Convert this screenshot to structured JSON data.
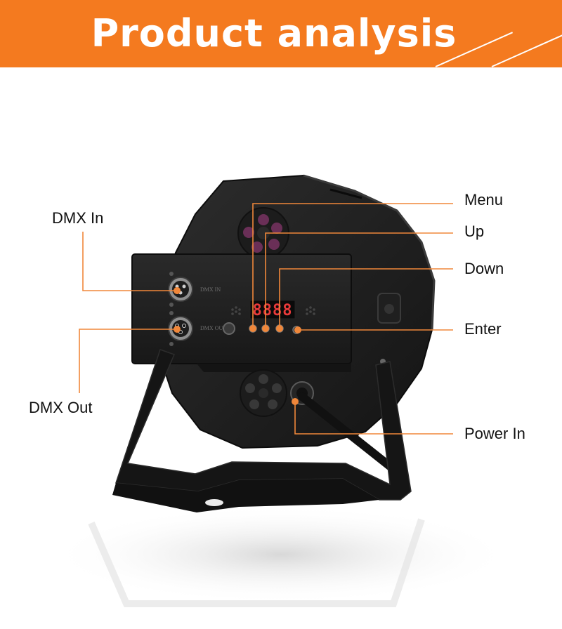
{
  "banner": {
    "title": "Product analysis",
    "color": "#f47a1f"
  },
  "leader_color": "#f0873a",
  "callouts": {
    "dmx_in": "DMX In",
    "dmx_out": "DMX Out",
    "menu": "Menu",
    "up": "Up",
    "down": "Down",
    "enter": "Enter",
    "power_in": "Power In"
  },
  "device": {
    "display": "8888",
    "jack_labels": {
      "dmx_in": "DMX IN",
      "dmx_out": "DMX OUT"
    }
  }
}
